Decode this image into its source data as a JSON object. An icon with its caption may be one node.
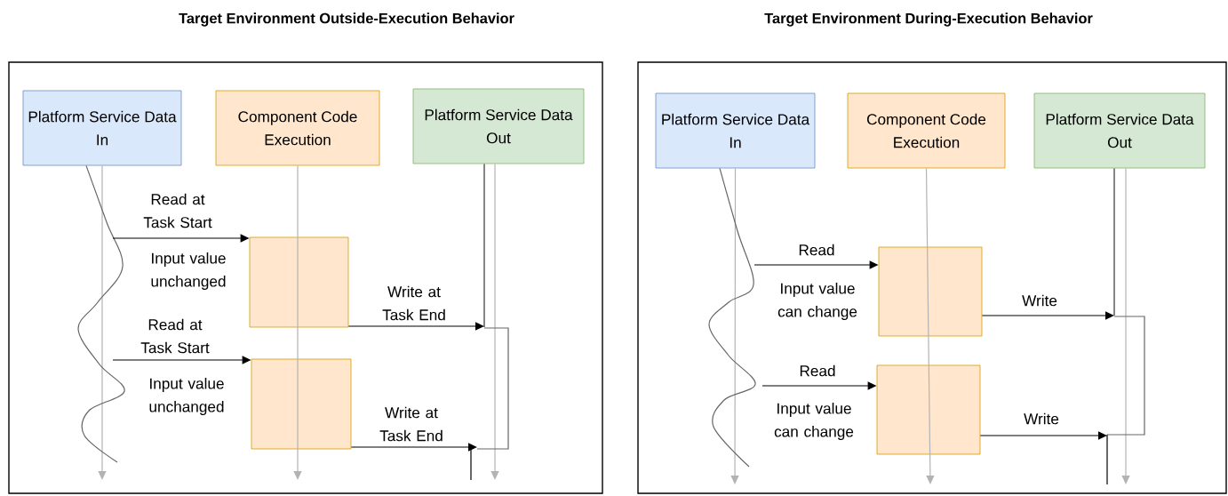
{
  "diagram": {
    "nodes": [
      {
        "text": [
          "Target Environment Outside-Execution Behavior"
        ]
      },
      {
        "text": [
          "Platform Service Data In"
        ],
        "in": 0
      },
      {
        "text": [
          "Component Code Execution"
        ],
        "in": 0
      },
      {
        "text": [
          "Platform Service Data Out"
        ],
        "in": 0
      },
      {
        "text": [],
        "shape": "box",
        "in": 0,
        "beside": [
          "Input value unchanged"
        ]
      },
      {
        "text": [],
        "shape": "box",
        "in": 0,
        "beside": [
          "Input value unchanged"
        ]
      },
      {
        "text": [
          "Target Environment During-Execution Behavior"
        ]
      },
      {
        "text": [
          "Platform Service Data In"
        ],
        "in": 6
      },
      {
        "text": [
          "Component Code Execution"
        ],
        "in": 6
      },
      {
        "text": [
          "Platform Service Data Out"
        ],
        "in": 6
      },
      {
        "text": [],
        "shape": "box",
        "in": 6,
        "beside": [
          "Input value can change"
        ]
      },
      {
        "text": [],
        "shape": "box",
        "in": 6,
        "beside": [
          "Input value can change"
        ]
      }
    ],
    "edges": [
      {
        "from": 1,
        "to": null,
        "arrow": "to",
        "color": "#b3b3b3"
      },
      {
        "from": 2,
        "to": null,
        "arrow": "to",
        "color": "#b3b3b3"
      },
      {
        "from": 3,
        "to": null,
        "arrow": "to",
        "color": "#b3b3b3"
      },
      {
        "from": 1,
        "to": null,
        "arrow": "none",
        "color": "#666666"
      },
      {
        "from": 3,
        "to": null,
        "arrow": "none",
        "color": "#333333"
      },
      {
        "from": null,
        "to": 4,
        "arrow": "to",
        "label": "Read at Task Start"
      },
      {
        "from": 4,
        "to": null,
        "arrow": "to",
        "label": "Write at Task End"
      },
      {
        "from": null,
        "to": 5,
        "arrow": "to",
        "label": "Read at Task Start"
      },
      {
        "from": 5,
        "to": null,
        "arrow": "to",
        "label": "Write at Task End"
      },
      {
        "from": 7,
        "to": null,
        "arrow": "to",
        "color": "#b3b3b3"
      },
      {
        "from": 8,
        "to": null,
        "arrow": "to",
        "color": "#b3b3b3"
      },
      {
        "from": 9,
        "to": null,
        "arrow": "to",
        "color": "#b3b3b3"
      },
      {
        "from": 7,
        "to": null,
        "arrow": "none",
        "color": "#666666"
      },
      {
        "from": 9,
        "to": null,
        "arrow": "none",
        "color": "#333333"
      },
      {
        "from": null,
        "to": 10,
        "arrow": "to",
        "label": "Read"
      },
      {
        "from": 10,
        "to": null,
        "arrow": "to",
        "label": "Write"
      },
      {
        "from": null,
        "to": 11,
        "arrow": "to",
        "label": "Read"
      },
      {
        "from": 11,
        "to": null,
        "arrow": "to",
        "label": "Write"
      }
    ]
  }
}
